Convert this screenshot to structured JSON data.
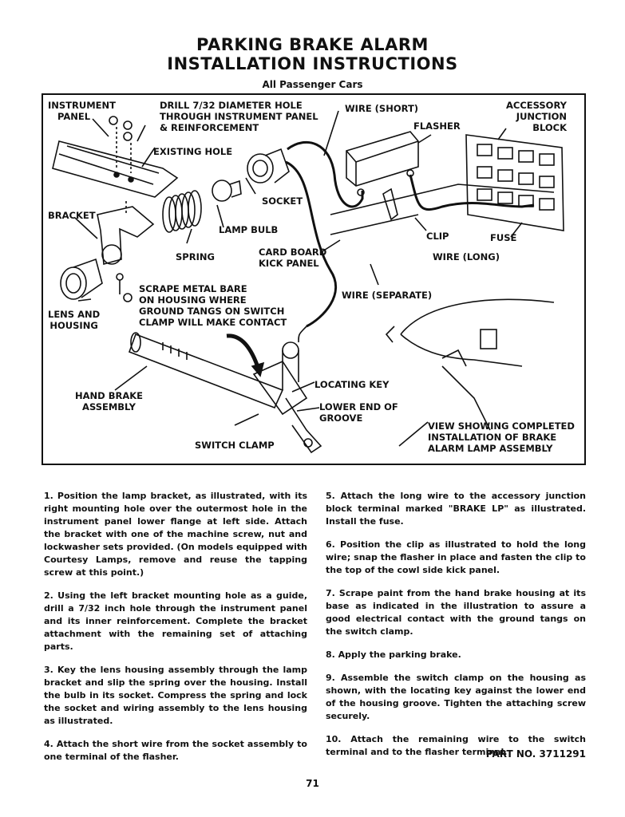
{
  "header": {
    "title_line1": "PARKING BRAKE ALARM",
    "title_line2": "INSTALLATION INSTRUCTIONS",
    "subtitle": "All Passenger Cars"
  },
  "figure": {
    "labels": {
      "instrument_panel": "INSTRUMENT\n   PANEL",
      "drill": "DRILL 7/32 DIAMETER HOLE\nTHROUGH INSTRUMENT PANEL\n& REINFORCEMENT",
      "wire_short": "WIRE (SHORT)",
      "accessory_junction_block": "ACCESSORY\nJUNCTION\nBLOCK",
      "flasher": "FLASHER",
      "existing_hole": "EXISTING HOLE",
      "socket": "SOCKET",
      "bracket": "BRACKET",
      "lamp_bulb": "LAMP BULB",
      "clip": "CLIP",
      "fuse": "FUSE",
      "spring": "SPRING",
      "card_board_kick_panel": "CARD BOARD\nKICK PANEL",
      "wire_long": "WIRE (LONG)",
      "scrape": "SCRAPE METAL BARE\nON HOUSING WHERE\nGROUND TANGS ON SWITCH\nCLAMP WILL MAKE CONTACT",
      "wire_separate": "WIRE (SEPARATE)",
      "lens_and_housing": "LENS AND\nHOUSING",
      "locating_key": "LOCATING KEY",
      "hand_brake_assembly": "HAND BRAKE\nASSEMBLY",
      "lower_end_of_groove": "LOWER END OF\nGROOVE",
      "switch_clamp": "SWITCH CLAMP",
      "view_completed": "VIEW SHOWING COMPLETED\nINSTALLATION OF BRAKE\nALARM LAMP ASSEMBLY"
    }
  },
  "instructions": {
    "step1": "1. Position the lamp bracket, as illustrated, with its right mounting hole over the outermost hole in the instrument panel lower flange at left side. Attach the bracket with one of the machine screw, nut and lockwasher sets provided. (On models equipped with Courtesy Lamps, remove and reuse the tapping screw at this point.)",
    "step2": "2. Using the left bracket mounting hole as a guide, drill a 7/32 inch hole through the instrument panel and its inner reinforcement. Complete the bracket attachment with the remaining set of attaching parts.",
    "step3": "3. Key the lens housing assembly through the lamp bracket and slip the spring over the housing. Install the bulb in its socket. Compress the spring and lock the socket and wiring assembly to the lens housing as illustrated.",
    "step4": "4. Attach the short wire from the socket assembly to one terminal of the flasher.",
    "step5": "5. Attach the long wire to the accessory junction block terminal marked \"BRAKE LP\" as illustrated. Install the fuse.",
    "step6": "6. Position the clip as illustrated to hold the long wire; snap the flasher in place and fasten the clip to the top of the cowl side kick panel.",
    "step7": "7. Scrape paint from the hand brake housing at its base as indicated in the illustration to assure a good electrical contact with the ground tangs on the switch clamp.",
    "step8": "8. Apply the parking brake.",
    "step9": "9. Assemble the switch clamp on the housing as shown, with the locating key against the lower end of the housing groove. Tighten the attaching screw securely.",
    "step10": "10. Attach the remaining wire to the switch terminal and to the flasher terminal."
  },
  "footer": {
    "part_no": "PART NO. 3711291",
    "page_number": "71"
  }
}
